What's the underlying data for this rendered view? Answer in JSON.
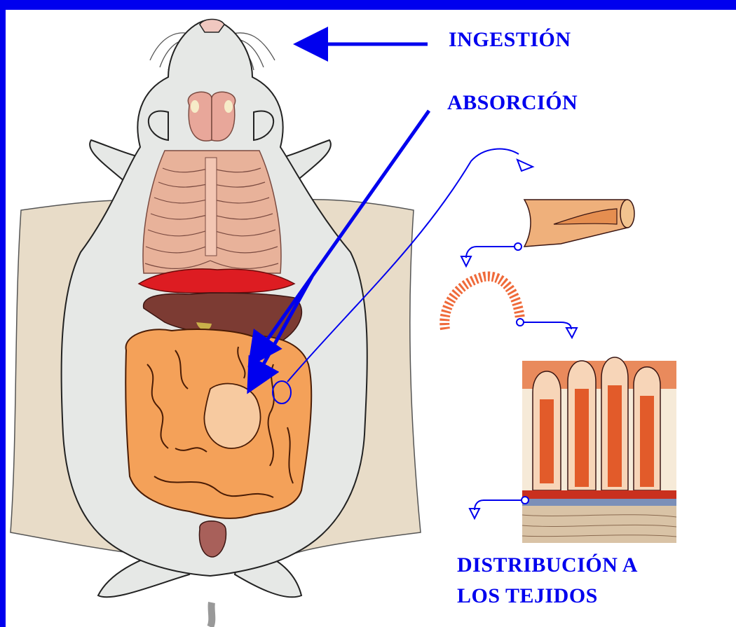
{
  "labels": {
    "ingestion": "INGESTIÓN",
    "absorcion": "ABSORCIÓN",
    "distribucion_line1": "DISTRIBUCIÓN A",
    "distribucion_line2": "LOS TEJIDOS"
  },
  "colors": {
    "frame": "#0000ee",
    "label_text": "#0000ee",
    "arrow": "#0000ee",
    "body_gray": "#e6e8e6",
    "skin_beige": "#e8dcc8",
    "ribs_pink": "#e8b29a",
    "diaphragm_red": "#dd1c22",
    "liver_brown": "#7c3b33",
    "intestine_orange": "#f4a159",
    "intestine_light": "#f8c48c",
    "stomach_peach": "#f7caa0",
    "vessel_tan": "#efb07b",
    "villi_orange": "#ef6a3a"
  },
  "icons": [
    "mouse-dissection-illustration",
    "intestine-segment-icon",
    "villi-fold-icon",
    "villi-tissue-section-icon"
  ]
}
